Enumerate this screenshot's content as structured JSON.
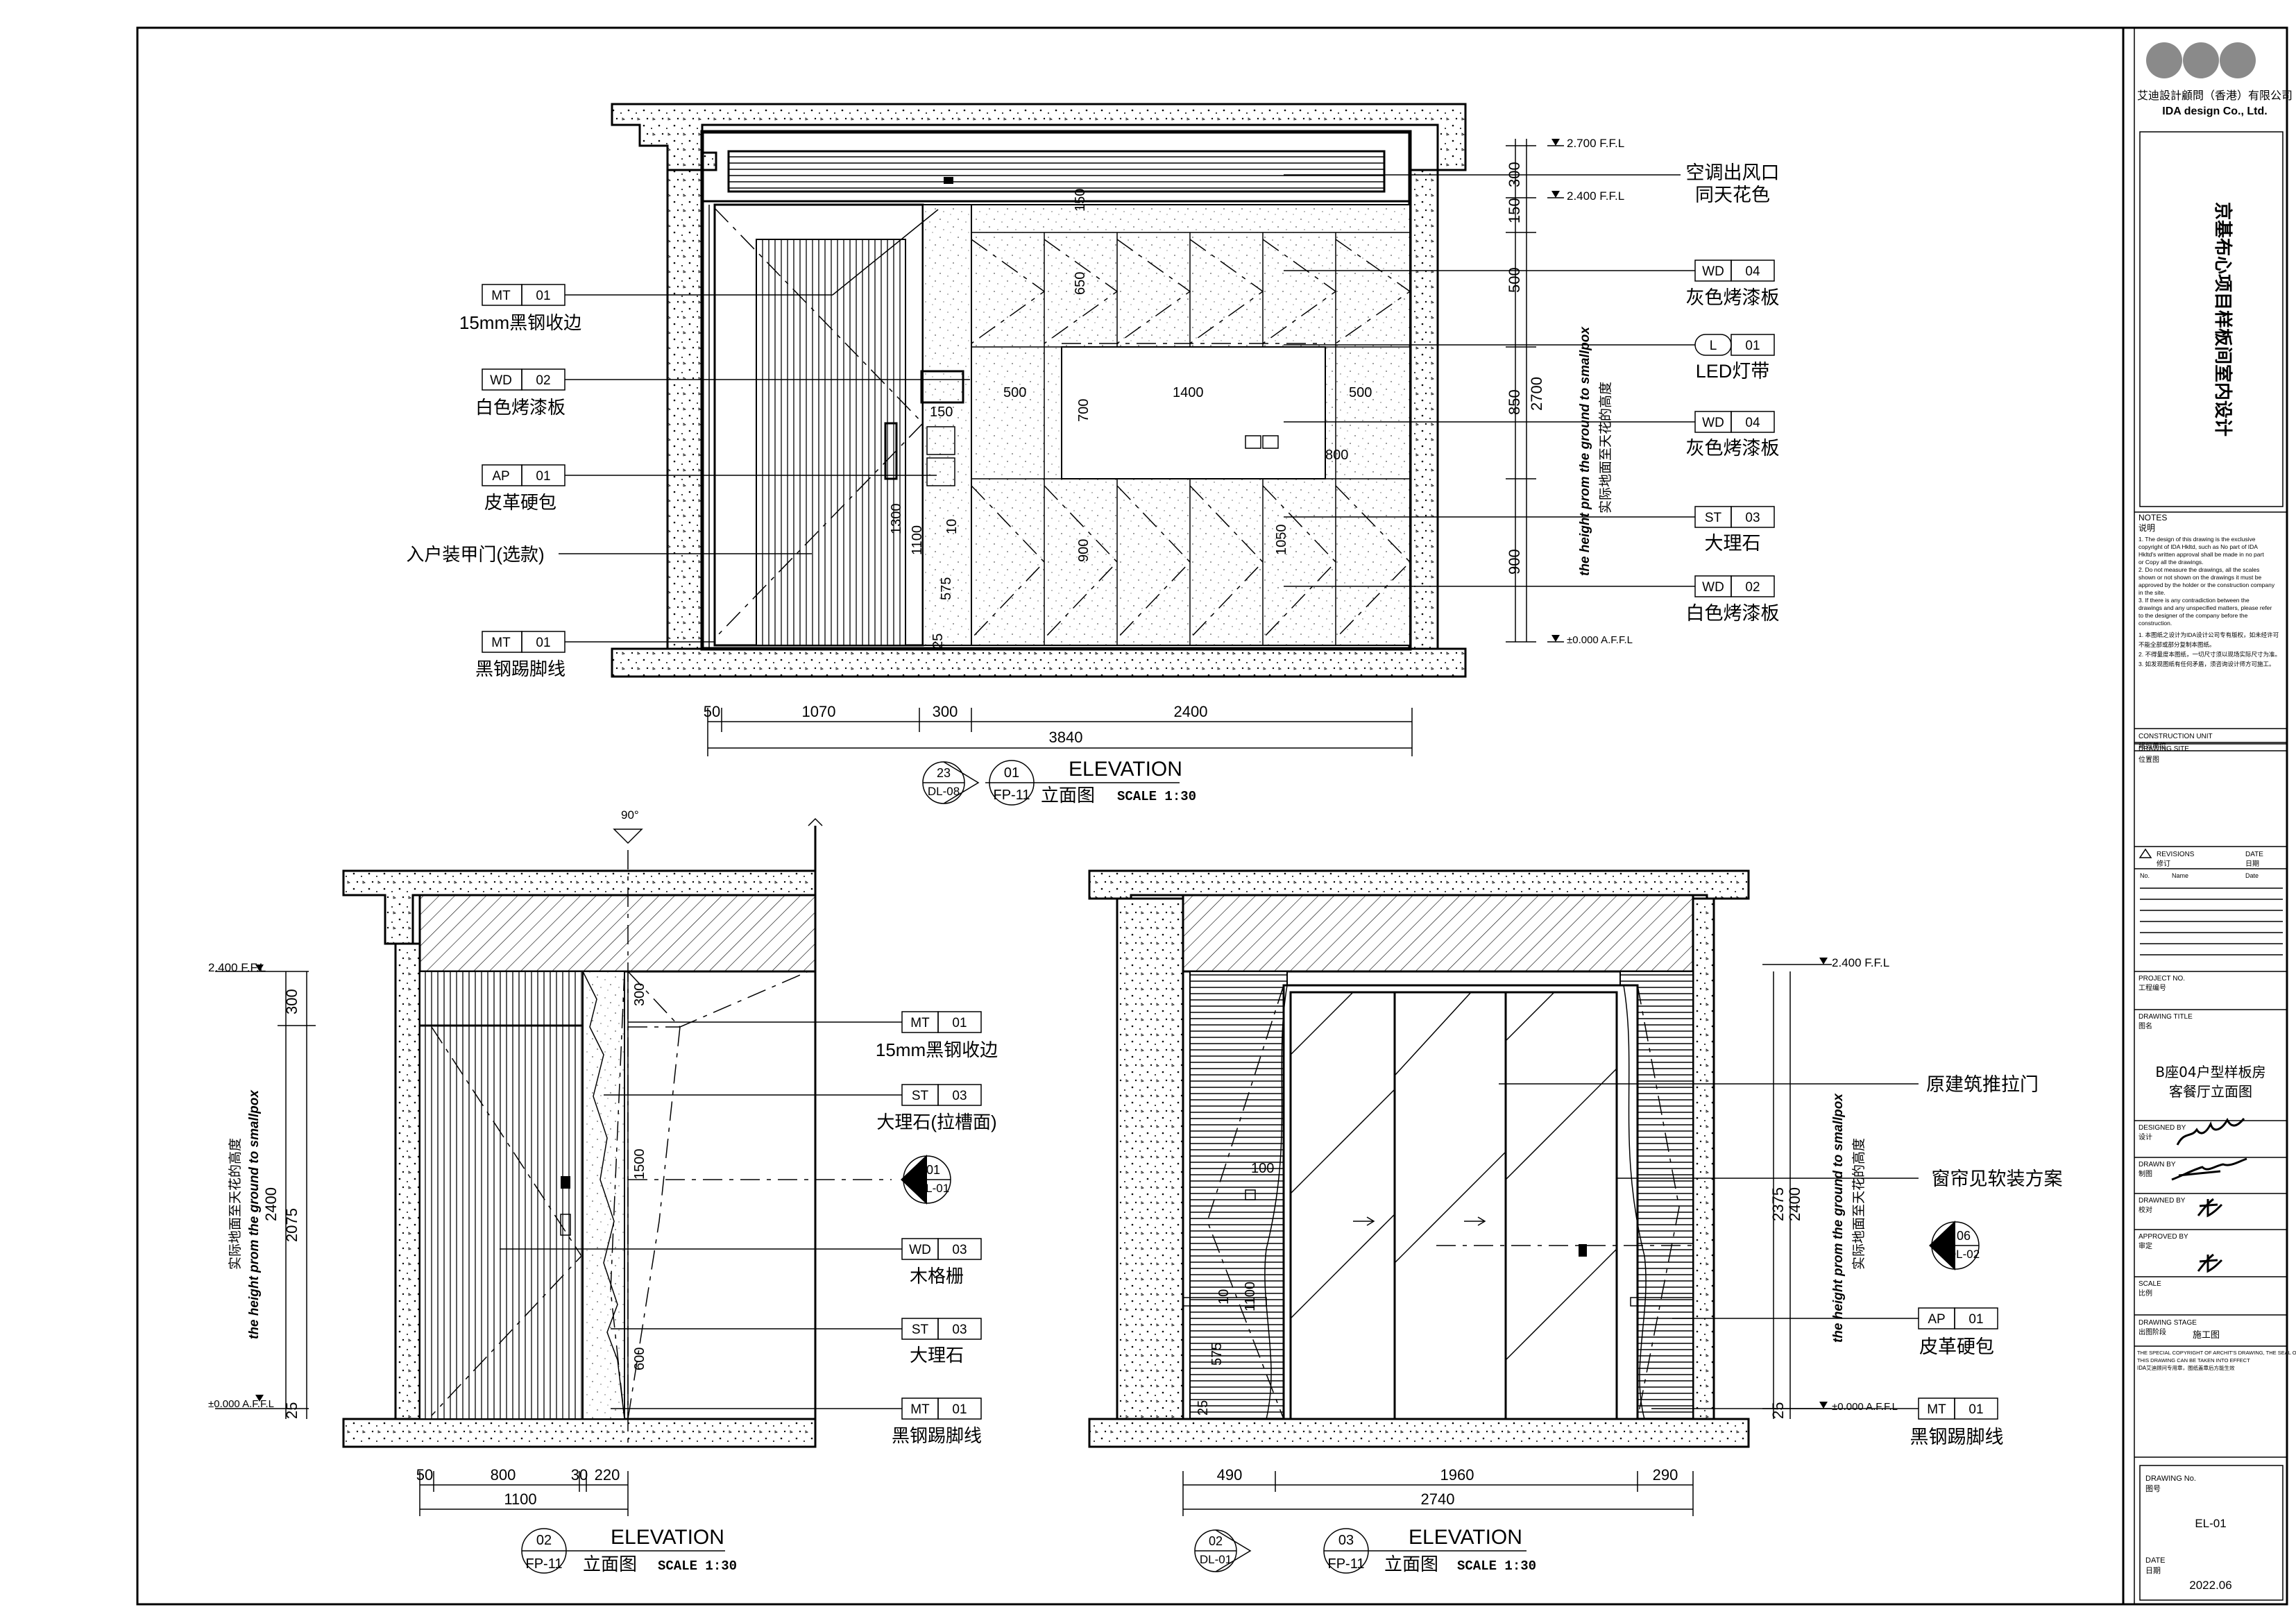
{
  "sheet": {
    "company_cn": "艾迪設計顧問（香港）有限公司",
    "company_en": "IDA design Co., Ltd.",
    "project_title": "京基布心项目样板间室内设计",
    "notes_title": "NOTES",
    "notes_cn": "说明",
    "notes_lines": [
      "1. The design of this drawing is the exclusive",
      "copyright of IDA Hkltd, such as No part of IDA",
      "Hkltd's written approval shall be made in no part",
      "or Copy all the drawings.",
      "2. Do not measure the drawings, all the scales",
      "shown or not shown on the drawings it must be",
      "approved by the holder or the construction company",
      "in the site.",
      "3. If there is any contradiction between the",
      "drawings and any unspecified matters, please refer",
      "to the designer of the company before the",
      "construction."
    ],
    "notes_cn_lines": [
      "1. 本图纸之设计为IDA设计公司专有版权，如未经许可",
      "不能全部或部分复制本图纸。",
      "2. 不得量度本图纸，一切尺寸须以现场实际尺寸为准。",
      "3. 如发现图纸有任何矛盾，须咨询设计师方可施工。"
    ],
    "construction_unit_label": "CONSTRUCTION UNIT",
    "construction_unit_cn": "建设单位",
    "drawing_site_label": "DRAWING SITE",
    "drawing_site_cn": "位置图",
    "revisions_label": "REVISIONS",
    "revisions_cn": "修订",
    "date_label": "DATE",
    "date_cn": "日期",
    "rev_no": "No.",
    "rev_name": "Name",
    "rev_date": "Date",
    "project_no_label": "PROJECT NO.",
    "project_no_cn": "工程编号",
    "drawing_title_label": "DRAWING TITLE",
    "drawing_title_cn": "图名",
    "drawing_title_1": "B座04户型样板房",
    "drawing_title_2": "客餐厅立面图",
    "designed_by_label": "DESIGNED BY",
    "designed_by_cn": "设计",
    "drawn_by_label": "DRAWN BY",
    "drawn_by_cn": "制图",
    "checked_by_label": "DRAWNED BY",
    "checked_by_cn": "校对",
    "approved_by_label": "APPROVED BY",
    "approved_by_cn": "审定",
    "scale_label": "SCALE",
    "scale_cn": "比例",
    "stage_label": "DRAWING STAGE",
    "stage_cn": "出图阶段",
    "stage_value": "施工图",
    "copyright_lines": [
      "THE SPECIAL COPYRIGHT OF ARCHIT'S DRAWING, THE SEAL OF",
      "THIS DRAWING CAN BE TAKEN INTO EFFECT",
      "IDA艾迪顾问专用章，图纸盖章后方能生效"
    ],
    "drawing_no_label": "DRAWING No.",
    "drawing_no_cn": "图号",
    "drawing_no": "EL-01",
    "date_value_label": "DATE",
    "date_value_cn": "日期",
    "date_value": "2022.06"
  },
  "elev1": {
    "title": "ELEVATION",
    "sub": "立面图",
    "scale": "SCALE   1:30",
    "idx_num": "01",
    "idx_sheet": "FP-11",
    "ref_num": "23",
    "ref_sheet": "DL-08",
    "lv_top": "2.700 F.F.L",
    "lv_ceil": "2.400 F.F.L",
    "lv_floor": "±0.000 A.F.F.L",
    "height_en": "the height prom the ground to smallpox",
    "height_cn": "实际地面至天花的高度",
    "dims_right": [
      "300",
      "150",
      "500",
      "850",
      "900",
      "2700"
    ],
    "dims_bottom": [
      "50",
      "1070",
      "300",
      "2400",
      "3840"
    ],
    "inner_dims": [
      "150",
      "650",
      "500",
      "1400",
      "500",
      "700",
      "800",
      "1050",
      "900",
      "1300",
      "1100",
      "575",
      "25",
      "150",
      "10"
    ],
    "left_tags": [
      {
        "code": "MT",
        "num": "01",
        "text": "15mm黑钢收边"
      },
      {
        "code": "WD",
        "num": "02",
        "text": "白色烤漆板"
      },
      {
        "code": "AP",
        "num": "01",
        "text": "皮革硬包"
      },
      {
        "code": "",
        "num": "",
        "text": "入户装甲门(选款)"
      },
      {
        "code": "MT",
        "num": "01",
        "text": "黑钢踢脚线"
      }
    ],
    "right_tags": [
      {
        "code": "",
        "num": "",
        "text": "空调出风口",
        "text2": "同天花色"
      },
      {
        "code": "WD",
        "num": "04",
        "text": "灰色烤漆板"
      },
      {
        "code": "L",
        "num": "01",
        "text": "LED灯带"
      },
      {
        "code": "WD",
        "num": "04",
        "text": "灰色烤漆板"
      },
      {
        "code": "ST",
        "num": "03",
        "text": "大理石"
      },
      {
        "code": "WD",
        "num": "02",
        "text": "白色烤漆板"
      }
    ]
  },
  "elev2": {
    "title": "ELEVATION",
    "sub": "立面图",
    "scale": "SCALE   1:30",
    "idx_num": "02",
    "idx_sheet": "FP-11",
    "angle": "90°",
    "lv_ceil": "2.400 F.F.L",
    "lv_floor": "±0.000 A.F.F.L",
    "height_en": "the height prom the ground to smallpox",
    "height_cn": "实际地面至天花的高度",
    "dims_left": [
      "300",
      "2400",
      "2075",
      "25"
    ],
    "dims_bottom": [
      "50",
      "800",
      "30",
      "220",
      "1100"
    ],
    "inner_dims": [
      "300",
      "1500",
      "600"
    ],
    "section_num": "01",
    "section_sheet": "DL-01",
    "right_tags": [
      {
        "code": "MT",
        "num": "01",
        "text": "15mm黑钢收边"
      },
      {
        "code": "ST",
        "num": "03",
        "text": "大理石(拉槽面)"
      },
      {
        "code": "WD",
        "num": "03",
        "text": "木格栅"
      },
      {
        "code": "ST",
        "num": "03",
        "text": "大理石"
      },
      {
        "code": "MT",
        "num": "01",
        "text": "黑钢踢脚线"
      }
    ]
  },
  "elev3": {
    "title": "ELEVATION",
    "sub": "立面图",
    "scale": "SCALE   1:30",
    "idx_num": "03",
    "idx_sheet": "FP-11",
    "ref_num": "02",
    "ref_sheet": "DL-01",
    "lv_ceil": "2.400 F.F.L",
    "lv_floor": "±0.000 A.F.F.L",
    "height_en": "the height prom the ground to smallpox",
    "height_cn": "实际地面至天花的高度",
    "dims_right": [
      "2375",
      "2400",
      "25"
    ],
    "dims_bottom": [
      "490",
      "1960",
      "290",
      "2740"
    ],
    "inner_dims": [
      "100",
      "1100",
      "10",
      "575",
      "25"
    ],
    "section_num": "06",
    "section_sheet": "DL-02",
    "right_tags": [
      {
        "code": "",
        "num": "",
        "text": "原建筑推拉门"
      },
      {
        "code": "",
        "num": "",
        "text": "窗帘见软装方案"
      },
      {
        "code": "AP",
        "num": "01",
        "text": "皮革硬包"
      },
      {
        "code": "MT",
        "num": "01",
        "text": "黑钢踢脚线"
      }
    ]
  }
}
